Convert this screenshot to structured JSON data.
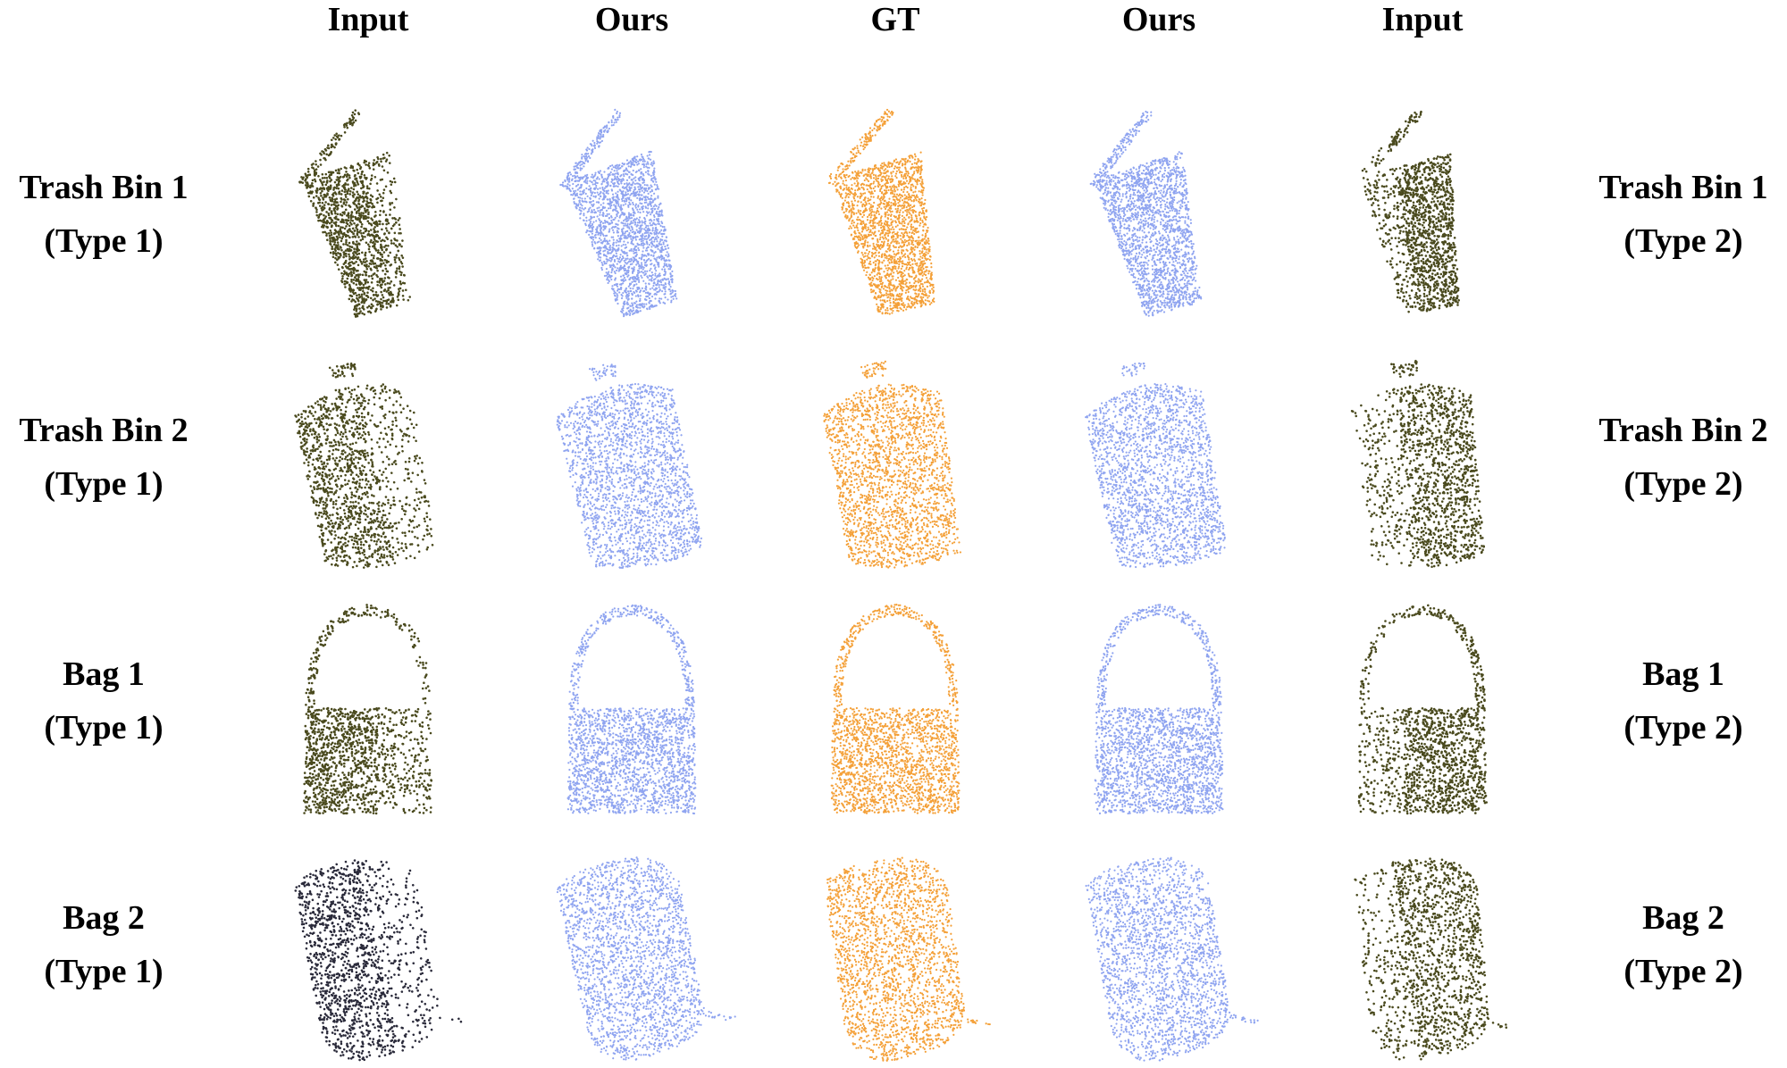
{
  "column_headers": [
    "Input",
    "Ours",
    "GT",
    "Ours",
    "Input"
  ],
  "rows": [
    {
      "left_label": {
        "name": "Trash Bin 1",
        "type": "(Type 1)"
      },
      "right_label": {
        "name": "Trash Bin 1",
        "type": "(Type 2)"
      },
      "shape": "bin-open-lid"
    },
    {
      "left_label": {
        "name": "Trash Bin 2",
        "type": "(Type 1)"
      },
      "right_label": {
        "name": "Trash Bin 2",
        "type": "(Type 2)"
      },
      "shape": "bin-round-lid"
    },
    {
      "left_label": {
        "name": "Bag 1",
        "type": "(Type 1)"
      },
      "right_label": {
        "name": "Bag 1",
        "type": "(Type 2)"
      },
      "shape": "handbag"
    },
    {
      "left_label": {
        "name": "Bag 2",
        "type": "(Type 1)"
      },
      "right_label": {
        "name": "Bag 2",
        "type": "(Type 2)"
      },
      "shape": "backpack"
    }
  ],
  "colors": {
    "input": "#4a4a1e",
    "input_bag2_type1": "#2a2a3a",
    "ours": "#8fa4f0",
    "gt": "#f4a038"
  }
}
